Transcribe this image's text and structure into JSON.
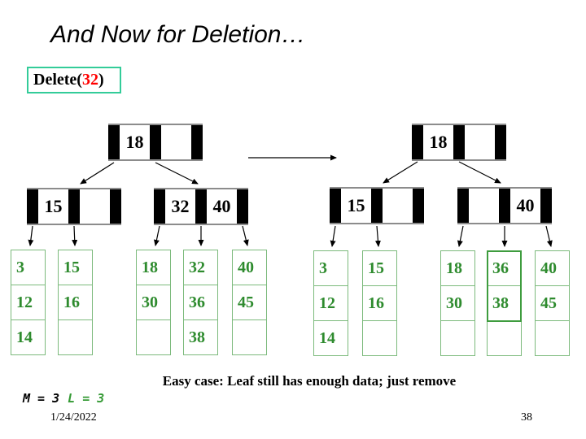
{
  "title": "And Now for Deletion…",
  "delete_box": {
    "prefix": "Delete(",
    "value": "32",
    "suffix": ")"
  },
  "caption": "Easy case: Leaf still has enough data; just remove",
  "params": {
    "m": "M = 3",
    "l": "L = 3"
  },
  "footer": {
    "date": "1/24/2022",
    "page": "38"
  },
  "colors": {
    "leaf_border": "#7cba7c",
    "leaf_border_highlight": "#3e9c3e",
    "leaf_text": "#2e8b2e",
    "delete_border": "#33cc99",
    "delete_value": "#ff0000",
    "param_l": "#339933",
    "node_edge": "#8c8c8c"
  },
  "trees": [
    {
      "id": "before",
      "root": {
        "keys": [
          "18",
          ""
        ]
      },
      "internals": [
        {
          "keys": [
            "15",
            ""
          ]
        },
        {
          "keys": [
            "32",
            "40"
          ]
        }
      ],
      "leaves": [
        {
          "cells": [
            "3",
            "12",
            "14"
          ],
          "highlight_cells": 0
        },
        {
          "cells": [
            "15",
            "16",
            ""
          ],
          "highlight_cells": 0
        },
        {
          "cells": [
            "18",
            "30",
            ""
          ],
          "highlight_cells": 0
        },
        {
          "cells": [
            "32",
            "36",
            "38"
          ],
          "highlight_cells": 0
        },
        {
          "cells": [
            "40",
            "45",
            ""
          ],
          "highlight_cells": 0
        }
      ]
    },
    {
      "id": "after",
      "root": {
        "keys": [
          "18",
          ""
        ]
      },
      "internals": [
        {
          "keys": [
            "15",
            ""
          ]
        },
        {
          "keys": [
            "",
            "40"
          ]
        }
      ],
      "leaves": [
        {
          "cells": [
            "3",
            "12",
            "14"
          ],
          "highlight_cells": 0
        },
        {
          "cells": [
            "15",
            "16",
            ""
          ],
          "highlight_cells": 0
        },
        {
          "cells": [
            "18",
            "30",
            ""
          ],
          "highlight_cells": 0
        },
        {
          "cells": [
            "36",
            "38",
            ""
          ],
          "highlight_cells": 2
        },
        {
          "cells": [
            "40",
            "45",
            ""
          ],
          "highlight_cells": 0
        }
      ]
    }
  ]
}
